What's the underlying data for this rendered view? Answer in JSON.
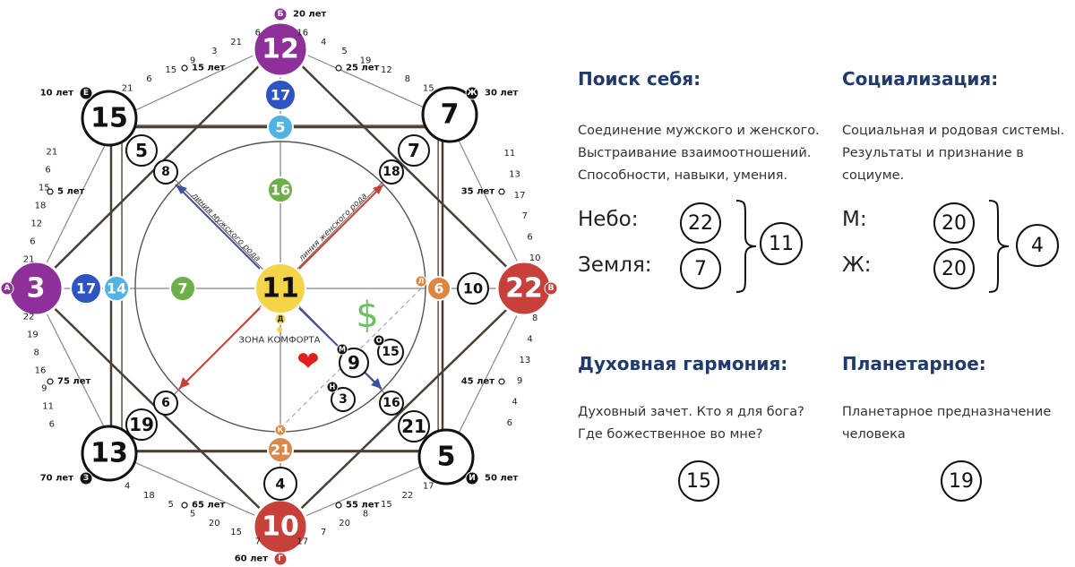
{
  "diagram": {
    "big_nodes": [
      {
        "id": "A",
        "value": "12",
        "color": "#8e2f9a",
        "border": "#ffffff"
      },
      {
        "id": "B",
        "value": "3",
        "color": "#8e2f9a",
        "border": "#ffffff"
      },
      {
        "id": "C",
        "value": "22",
        "color": "#c8403a",
        "border": "#ffffff"
      },
      {
        "id": "D",
        "value": "10",
        "color": "#c8403a",
        "border": "#ffffff"
      },
      {
        "id": "E",
        "value": "15",
        "color": "#ffffff",
        "border": "#111111"
      },
      {
        "id": "F",
        "value": "7",
        "color": "#ffffff",
        "border": "#111111"
      },
      {
        "id": "G",
        "value": "13",
        "color": "#ffffff",
        "border": "#111111"
      },
      {
        "id": "H",
        "value": "5",
        "color": "#ffffff",
        "border": "#111111"
      }
    ],
    "mid_nodes": [
      {
        "id": "m1",
        "value": "17",
        "color": "#2e54c4",
        "text": "#ffffff"
      },
      {
        "id": "m2",
        "value": "5",
        "color": "#4fb4e4",
        "text": "#ffffff"
      },
      {
        "id": "m3",
        "value": "16",
        "color": "#6db04a",
        "text": "#ffffff"
      },
      {
        "id": "m4",
        "value": "17",
        "color": "#2e54c4",
        "text": "#ffffff"
      },
      {
        "id": "m5",
        "value": "14",
        "color": "#4fb4e4",
        "text": "#ffffff"
      },
      {
        "id": "m6",
        "value": "7",
        "color": "#6db04a",
        "text": "#ffffff"
      },
      {
        "id": "m7",
        "value": "11",
        "color": "#f5d44a",
        "text": "#111111"
      },
      {
        "id": "m8",
        "value": "6",
        "color": "#e0853e",
        "text": "#ffffff"
      },
      {
        "id": "m9",
        "value": "10",
        "color": "#ffffff",
        "text": "#111111"
      },
      {
        "id": "m10",
        "value": "21",
        "color": "#d9894c",
        "text": "#ffffff"
      },
      {
        "id": "m11",
        "value": "4",
        "color": "#ffffff",
        "text": "#111111"
      }
    ],
    "small_nodes": [
      {
        "id": "s1",
        "value": "5"
      },
      {
        "id": "s2",
        "value": "8"
      },
      {
        "id": "s3",
        "value": "7"
      },
      {
        "id": "s4",
        "value": "18"
      },
      {
        "id": "s5",
        "value": "6"
      },
      {
        "id": "s6",
        "value": "19"
      },
      {
        "id": "s7",
        "value": "16"
      },
      {
        "id": "s8",
        "value": "21"
      },
      {
        "id": "s9",
        "value": "9"
      },
      {
        "id": "s10",
        "value": "15"
      },
      {
        "id": "s11",
        "value": "3"
      }
    ],
    "age_letters": [
      {
        "id": "la",
        "letter": "Б",
        "age": "20 лет"
      },
      {
        "id": "lb",
        "letter": "Ж",
        "age": "30 лет"
      },
      {
        "id": "lc",
        "letter": "В",
        "age": ""
      },
      {
        "id": "ld",
        "letter": "И",
        "age": "50 лет"
      },
      {
        "id": "le",
        "letter": "Г",
        "age": "60 лет"
      },
      {
        "id": "lf",
        "letter": "З",
        "age": "70 лет"
      },
      {
        "id": "lg",
        "letter": "А",
        "age": ""
      },
      {
        "id": "lh",
        "letter": "Е",
        "age": "10 лет"
      }
    ],
    "age_marks": [
      {
        "id": "a1",
        "text": "15 лет"
      },
      {
        "id": "a2",
        "text": "25 лет"
      },
      {
        "id": "a3",
        "text": "5 лет"
      },
      {
        "id": "a4",
        "text": "35 лет"
      },
      {
        "id": "a5",
        "text": "75 лет"
      },
      {
        "id": "a6",
        "text": "45 лет"
      },
      {
        "id": "a7",
        "text": "65 лет"
      },
      {
        "id": "a8",
        "text": "55 лет"
      }
    ],
    "side_numbers": {
      "top_left": [
        "21",
        "6",
        "15",
        "9",
        "3",
        "21",
        "6"
      ],
      "top_right": [
        "16",
        "4",
        "5",
        "19",
        "12",
        "8",
        "15"
      ],
      "left_upper": [
        "21",
        "6",
        "15",
        "18",
        "12",
        "6",
        "21"
      ],
      "left_lower": [
        "22",
        "19",
        "8",
        "16",
        "9",
        "11",
        "6"
      ],
      "right_upper": [
        "11",
        "13",
        "17",
        "7",
        "6",
        "10"
      ],
      "right_lower": [
        "8",
        "4",
        "13",
        "9",
        "4",
        "6"
      ],
      "bottom_left": [
        "4",
        "18",
        "5",
        "5",
        "20",
        "15",
        "7"
      ],
      "bottom_right": [
        "17",
        "7",
        "20",
        "8",
        "15",
        "22",
        "17"
      ]
    },
    "small_letters": {
      "d": "Д",
      "l": "Л",
      "m": "М",
      "n": "Н",
      "o": "О",
      "k": "К"
    },
    "line_labels": {
      "male": "линия мужского рода",
      "female": "линия женского рода"
    },
    "comfort_zone": "ЗОНА КОМФОРТА",
    "dollar": "$",
    "heart": "❤"
  },
  "panels": {
    "search": {
      "title": "Поиск себя:",
      "lines": [
        "Соединение мужского и женского.",
        "Выстраивание взаимоотношений.",
        "Способности, навыки, умения."
      ],
      "row1_label": "Небо:",
      "row1_value": "22",
      "row2_label": "Земля:",
      "row2_value": "7",
      "sum": "11"
    },
    "social": {
      "title": "Социализация:",
      "lines": [
        "Социальная и родовая системы.",
        "Результаты и признание в",
        "социуме."
      ],
      "row1_label": "М:",
      "row1_value": "20",
      "row2_label": "Ж:",
      "row2_value": "20",
      "sum": "4"
    },
    "spiritual": {
      "title": "Духовная гармония:",
      "lines": [
        "Духовный зачет. Кто я для бога?",
        "Где божественное во мне?"
      ],
      "value": "15"
    },
    "planetary": {
      "title": "Планетарное:",
      "lines": [
        "Планетарное предназначение",
        "человека"
      ],
      "value": "19"
    }
  }
}
